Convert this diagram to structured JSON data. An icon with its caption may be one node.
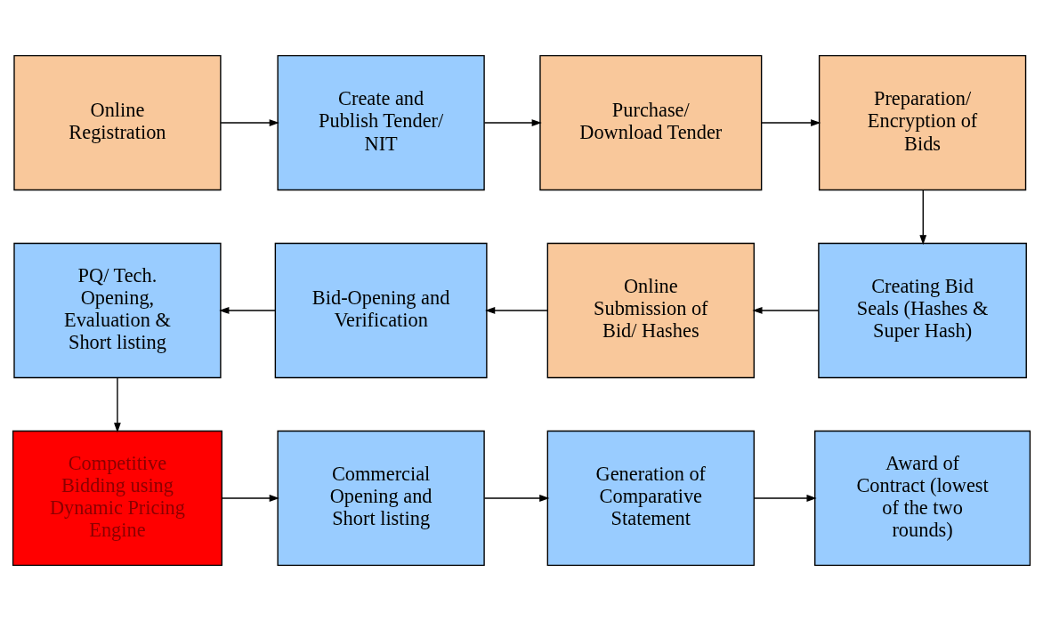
{
  "diagram": {
    "nodes": [
      {
        "text": [
          "Online Registration"
        ]
      },
      {
        "text": [
          "Create and Publish Tender/ NIT"
        ]
      },
      {
        "text": [
          "Purchase/ Download Tender"
        ]
      },
      {
        "text": [
          "Preparation/ Encryption of Bids"
        ]
      },
      {
        "text": [
          "Creating Bid Seals (Hashes & Super Hash)"
        ]
      },
      {
        "text": [
          "Online Submission of Bid/ Hashes"
        ]
      },
      {
        "text": [
          "Bid-Opening and Verification"
        ]
      },
      {
        "text": [
          "PQ/ Tech. Opening, Evaluation & Short listing"
        ]
      },
      {
        "text": [
          "Competitive Bidding using Dynamic Pricing Engine"
        ]
      },
      {
        "text": [
          "Commercial Opening and Short listing"
        ]
      },
      {
        "text": [
          "Generation of Comparative Statement"
        ]
      },
      {
        "text": [
          "Award of Contract (lowest of the two rounds)"
        ]
      }
    ],
    "edges": [
      {
        "from": 0,
        "to": 1,
        "arrow": "to"
      },
      {
        "from": 1,
        "to": 2,
        "arrow": "to"
      },
      {
        "from": 2,
        "to": 3,
        "arrow": "to"
      },
      {
        "from": 3,
        "to": 4,
        "arrow": "to"
      },
      {
        "from": 4,
        "to": 5,
        "arrow": "to"
      },
      {
        "from": 5,
        "to": 6,
        "arrow": "to"
      },
      {
        "from": 6,
        "to": 7,
        "arrow": "to"
      },
      {
        "from": 7,
        "to": 8,
        "arrow": "to"
      },
      {
        "from": 8,
        "to": 9,
        "arrow": "to"
      },
      {
        "from": 9,
        "to": 10,
        "arrow": "to"
      },
      {
        "from": 10,
        "to": 11,
        "arrow": "to"
      }
    ]
  }
}
